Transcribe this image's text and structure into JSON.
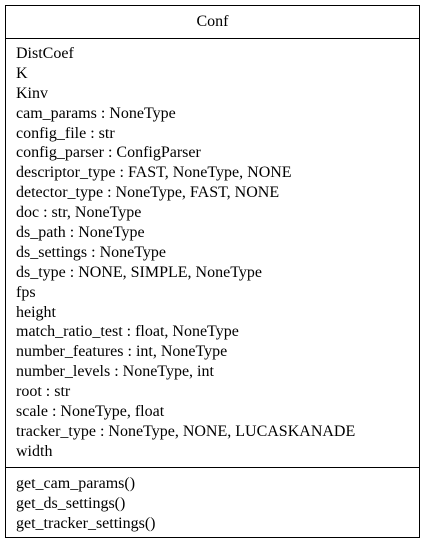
{
  "class": {
    "name": "Conf",
    "attributes": [
      "DistCoef",
      "K",
      "Kinv",
      "cam_params : NoneType",
      "config_file : str",
      "config_parser : ConfigParser",
      "descriptor_type : FAST, NoneType, NONE",
      "detector_type : NoneType, FAST, NONE",
      "doc : str, NoneType",
      "ds_path : NoneType",
      "ds_settings : NoneType",
      "ds_type : NONE, SIMPLE, NoneType",
      "fps",
      "height",
      "match_ratio_test : float, NoneType",
      "number_features : int, NoneType",
      "number_levels : NoneType, int",
      "root : str",
      "scale : NoneType, float",
      "tracker_type : NoneType, NONE, LUCASKANADE",
      "width"
    ],
    "methods": [
      "get_cam_params()",
      "get_ds_settings()",
      "get_tracker_settings()"
    ]
  }
}
